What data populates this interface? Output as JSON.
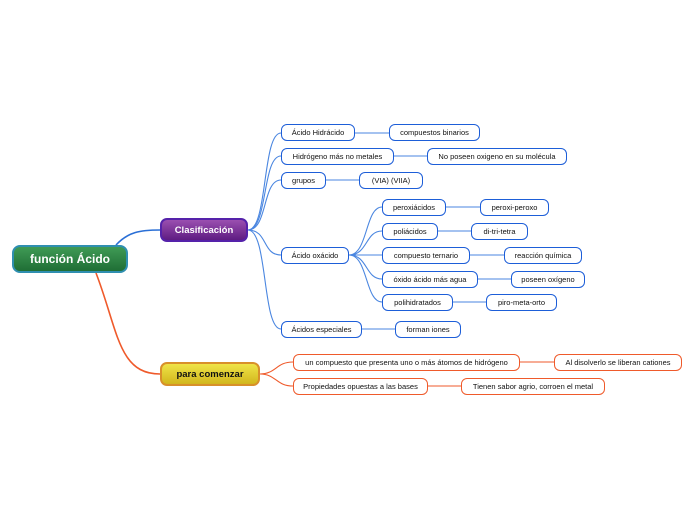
{
  "root": {
    "label": "función Ácido"
  },
  "branches": {
    "clasificacion": {
      "label": "Clasificación",
      "items": {
        "hidracido": {
          "label": "Ácido Hidrácido",
          "child": "compuestos binarios"
        },
        "hidrogeno": {
          "label": "Hidrógeno más no metales",
          "child": "No poseen oxigeno en su molécula"
        },
        "grupos": {
          "label": "grupos",
          "child": "(VIA) (VIIA)"
        },
        "oxacido": {
          "label": "Ácido oxácido",
          "children": [
            {
              "label": "peroxiácidos",
              "child": "peroxi-peroxo"
            },
            {
              "label": "poliácidos",
              "child": "di-tri-tetra"
            },
            {
              "label": "compuesto ternario",
              "child": "reacción química"
            },
            {
              "label": "óxido ácido más agua",
              "child": "poseen oxígeno"
            },
            {
              "label": "polihidratados",
              "child": "piro-meta-orto"
            }
          ]
        },
        "especiales": {
          "label": "Ácidos especiales",
          "child": "forman iones"
        }
      }
    },
    "comenzar": {
      "label": "para comenzar",
      "items": [
        {
          "label": "un compuesto que presenta uno o más átomos de hidrógeno",
          "child": "Al disolverlo se liberan cationes"
        },
        {
          "label": "Propiedades opuestas a las bases",
          "child": "Tienen sabor agrio, corroen el metal"
        }
      ]
    }
  },
  "colors": {
    "root_fill": "#2e8545",
    "root_border": "#2f8fb0",
    "clasificacion_fill": "#7b2f9f",
    "comenzar_fill": "#e4d236",
    "blue_connector": "#4a86e0",
    "orange_connector": "#ef5a2b"
  }
}
